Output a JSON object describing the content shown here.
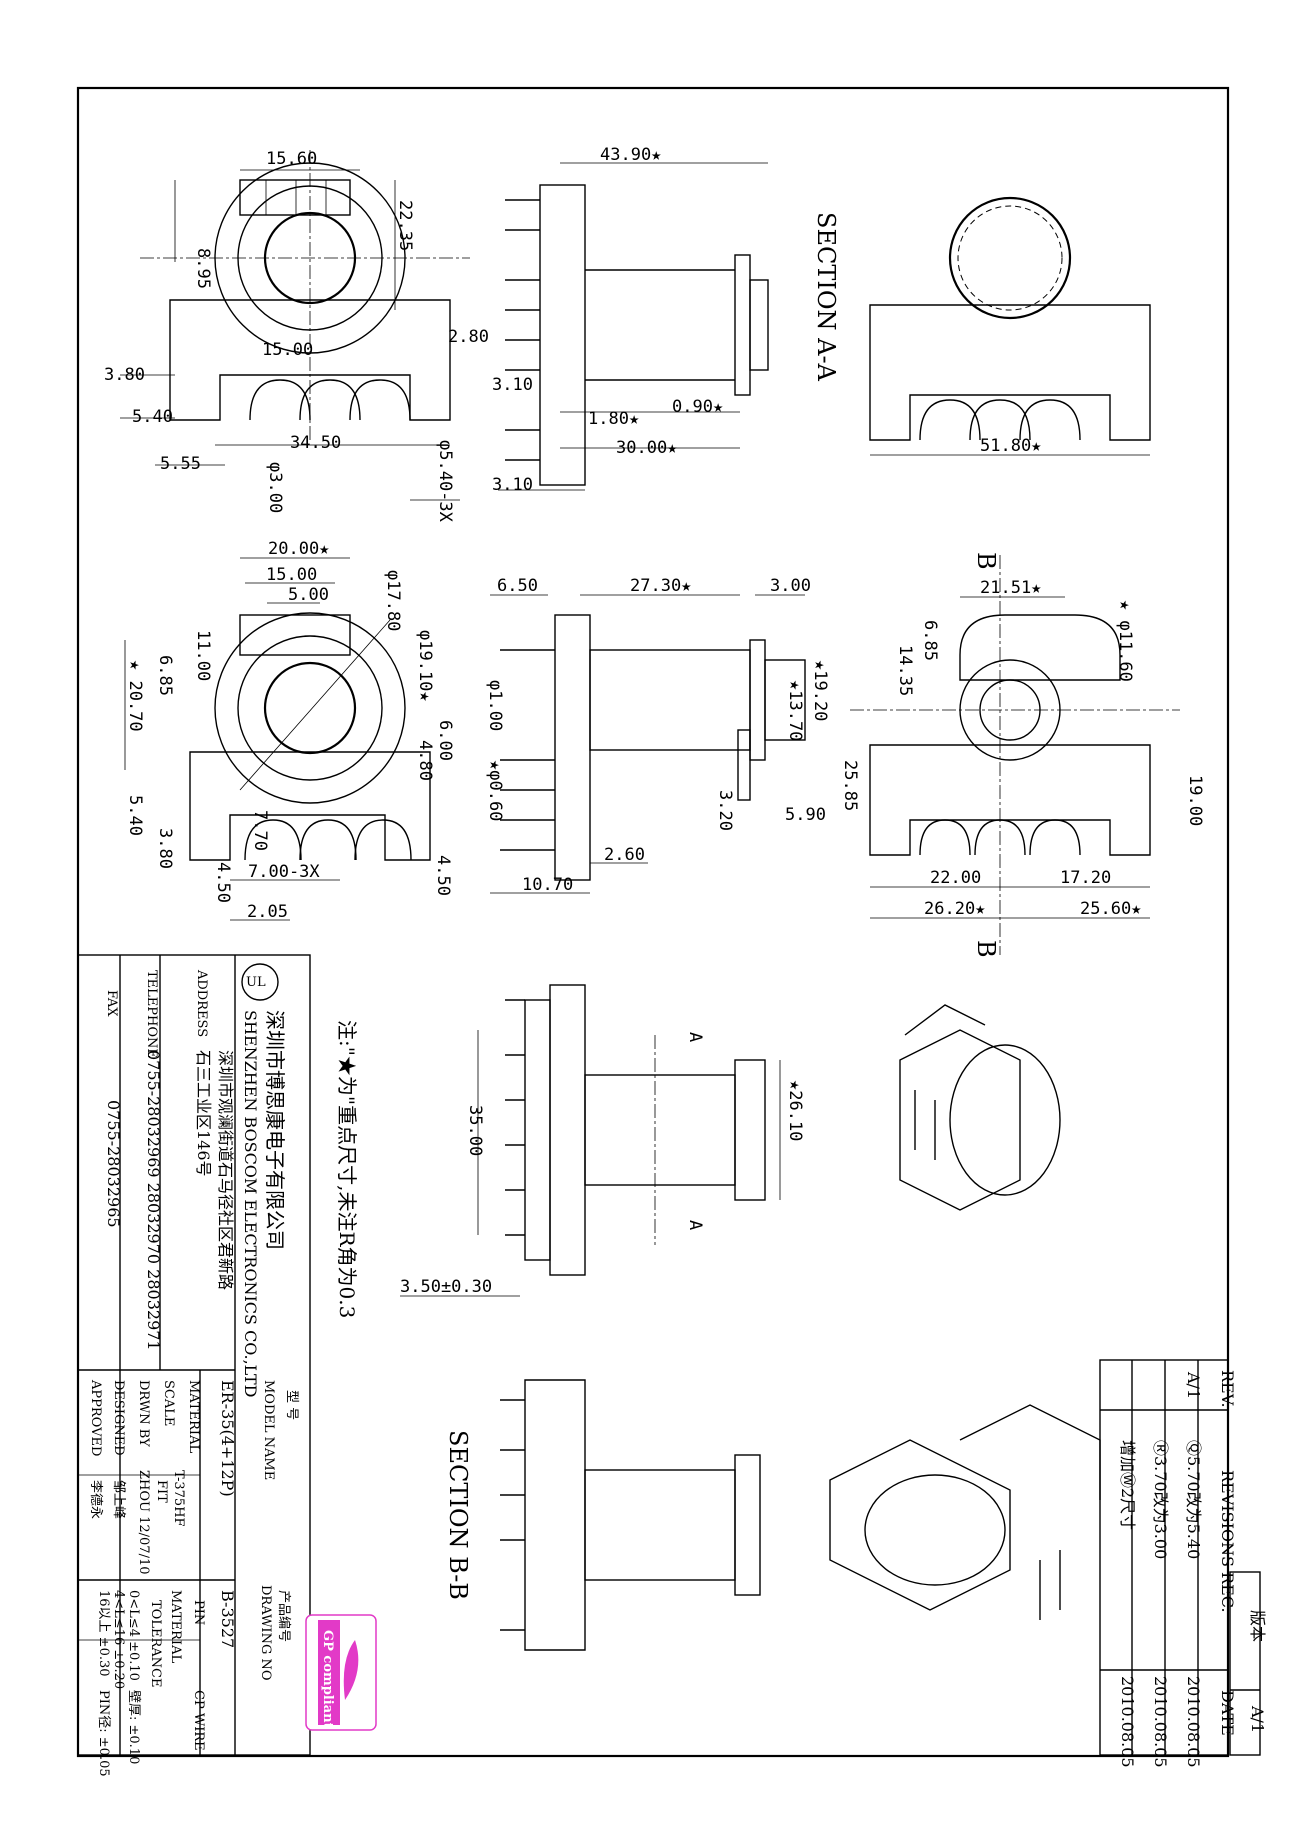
{
  "views": {
    "section_aa": "SECTION A-A",
    "section_bb": "SECTION B-B"
  },
  "dims": {
    "r_15_60": "15.60",
    "r_8_95": "8.95",
    "r_22_35": "22.35",
    "r_15_00": "15.00",
    "r_2_80": "2.80",
    "r_3_80": "3.80",
    "r_5_40": "5.40",
    "r_34_50": "34.50",
    "r_5_55": "5.55",
    "r_d3_00": "φ3.00",
    "r_d5_40_3x": "φ5.40-3X",
    "r_43_90": "43.90★",
    "r_3_10a": "3.10",
    "r_1_80": "1.80★",
    "r_0_90": "0.90★",
    "r_30_00": "30.00★",
    "r_3_10b": "3.10",
    "r_51_80": "51.80★",
    "m_20_00": "20.00★",
    "m_15_00": "15.00",
    "m_5_00": "5.00",
    "m_d17_80": "φ17.80",
    "m_11_00": "11.00",
    "m_6_85": "6.85",
    "m_20_70": "★ 20.70",
    "m_d19_10": "φ19.10★",
    "m_6_00": "6.00",
    "m_4_80": "4.80",
    "m_5_40": "5.40",
    "m_3_80": "3.80",
    "m_7_70": "7.70",
    "m_7_00_3x": "7.00-3X",
    "m_4_50a": "4.50",
    "m_4_50b": "4.50",
    "m_2_05": "2.05",
    "s_6_50": "6.50",
    "s_27_30": "27.30★",
    "s_3_00": "3.00",
    "s_d1_00": "φ1.00",
    "s_19_20": "★19.20",
    "s_13_70": "★13.70",
    "s_d0_60": "★φ0.60",
    "s_3_20": "3.20",
    "s_5_90": "5.90",
    "s_2_60": "2.60",
    "s_10_70": "10.70",
    "e_21_51": "21.51★",
    "e_d11_60": "★ φ11.60",
    "e_6_85": "6.85",
    "e_14_35": "14.35",
    "e_25_85": "25.85",
    "e_19_00": "19.00",
    "e_22_00": "22.00",
    "e_17_20": "17.20",
    "e_26_20": "26.20★",
    "e_25_60": "25.60★",
    "b_35_00": "35.00",
    "b_26_10": "★26.10",
    "b_3_50": "3.50±0.30"
  },
  "note": "注:\"★为\"重点尺寸,未注R角为0.3",
  "company": {
    "name_cn": "深圳市博思康电子有限公司",
    "name_en": "SHENZHEN BOSCOM ELECTRONICS CO.,LTD",
    "address_label": "ADDRESS",
    "address_line1": "深圳市观澜街道石马径社区君新路",
    "address_line2": "石三工业区146号",
    "telephone_label": "TELEPHONE",
    "telephone": "0755-28032969 28032970 28032971",
    "fax_label": "FAX",
    "fax": "0755-28032965"
  },
  "titleblock": {
    "model_label_cn": "型 号",
    "model_label": "MODEL NAME",
    "model": "ER-35(4+12P)",
    "material_label": "MATERIAL",
    "material": "T-375HF",
    "scale_label": "SCALE",
    "scale": "FIT",
    "drwn_label": "DRWN BY",
    "drwn": "ZHOU 12/07/10",
    "designed_label": "DESIGNED",
    "designed": "邹上峰",
    "approved_label": "APPROVED",
    "approved": "李德永",
    "drawing_label_cn": "产品编号",
    "drawing_label": "DRAWING NO",
    "drawing": "B-3527",
    "pin_label": "PIN",
    "pin_material_label": "MATERIAL",
    "pin_material": "CP WIRE",
    "tolerance_label": "TOLERANCE",
    "tol1": "0<L≤4 ±0.10",
    "tol2": "4<L≤16 ±0.20",
    "tol3": "16以上 ±0.30",
    "tol4": "壁厚: ±0.10",
    "tol5": "PIN径: ±0.05"
  },
  "gp_logo": "GP compliant",
  "revisions": {
    "title_cn": "版本",
    "version": "A/1",
    "rev_label": "REV.",
    "rev_desc_label": "REVISIONS REC.",
    "date_label": "DATE",
    "rows": [
      {
        "rev": "A/1",
        "desc": "Ⓠ5.70改为5.40",
        "date": "2010.08.05"
      },
      {
        "rev": "",
        "desc": "Ⓡ3.70改为3.00",
        "date": "2010.08.05"
      },
      {
        "rev": "",
        "desc": "增加Ⓦ2尺寸",
        "date": "2010.08.05"
      }
    ]
  },
  "section_marks": {
    "a": "A",
    "b": "B"
  }
}
